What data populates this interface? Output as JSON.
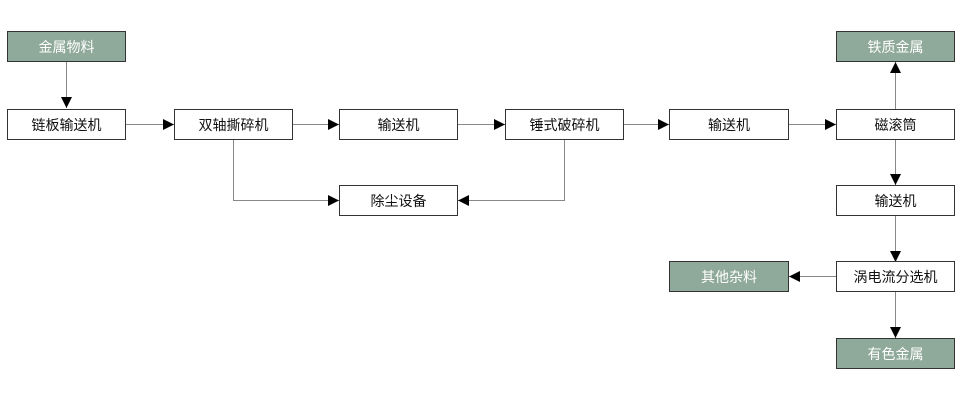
{
  "nodes": {
    "metal_material": "金属物料",
    "chain_conveyor": "链板输送机",
    "twin_shaft_shredder": "双轴撕碎机",
    "conveyor_1": "输送机",
    "hammer_crusher": "锤式破碎机",
    "conveyor_2": "输送机",
    "magnetic_drum": "磁滚筒",
    "ferrous_metal": "铁质金属",
    "dust_removal": "除尘设备",
    "conveyor_3": "输送机",
    "eddy_current_separator": "涡电流分选机",
    "other_debris": "其他杂料",
    "nonferrous_metal": "有色金属"
  },
  "colors": {
    "input_output_fill": "#8fa99a",
    "box_border": "#333333",
    "connector": "#888888",
    "arrowhead": "#000000"
  }
}
